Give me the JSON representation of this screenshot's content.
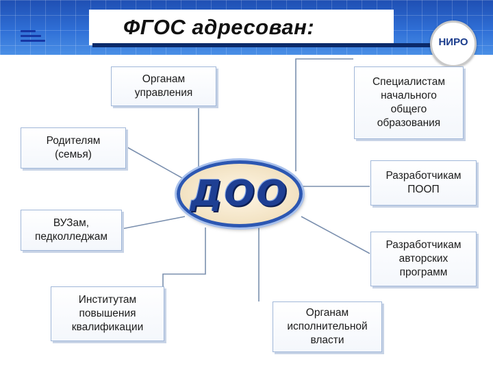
{
  "header": {
    "title": "ФГОС адресован:",
    "logo_text": "НИРО"
  },
  "center": {
    "label": "ДОО"
  },
  "boxes": {
    "management": "Органам\nуправления",
    "specialists": "Специалистам\nначального\nобщего\nобразования",
    "parents": "Родителям\n(семья)",
    "poop_devs": "Разработчикам\nПООП",
    "universities": "ВУЗам,\nпедколледжам",
    "program_devs": "Разработчикам\nавторских\nпрограмм",
    "institutes": "Институтам\nповышения\nквалификации",
    "executive": "Органам\nисполнительной\nвласти"
  },
  "colors": {
    "header_blue": "#2f6fd6",
    "line_color": "#7a8fae",
    "center_border": "#2c57b2",
    "center_text": "#1e3f93"
  }
}
